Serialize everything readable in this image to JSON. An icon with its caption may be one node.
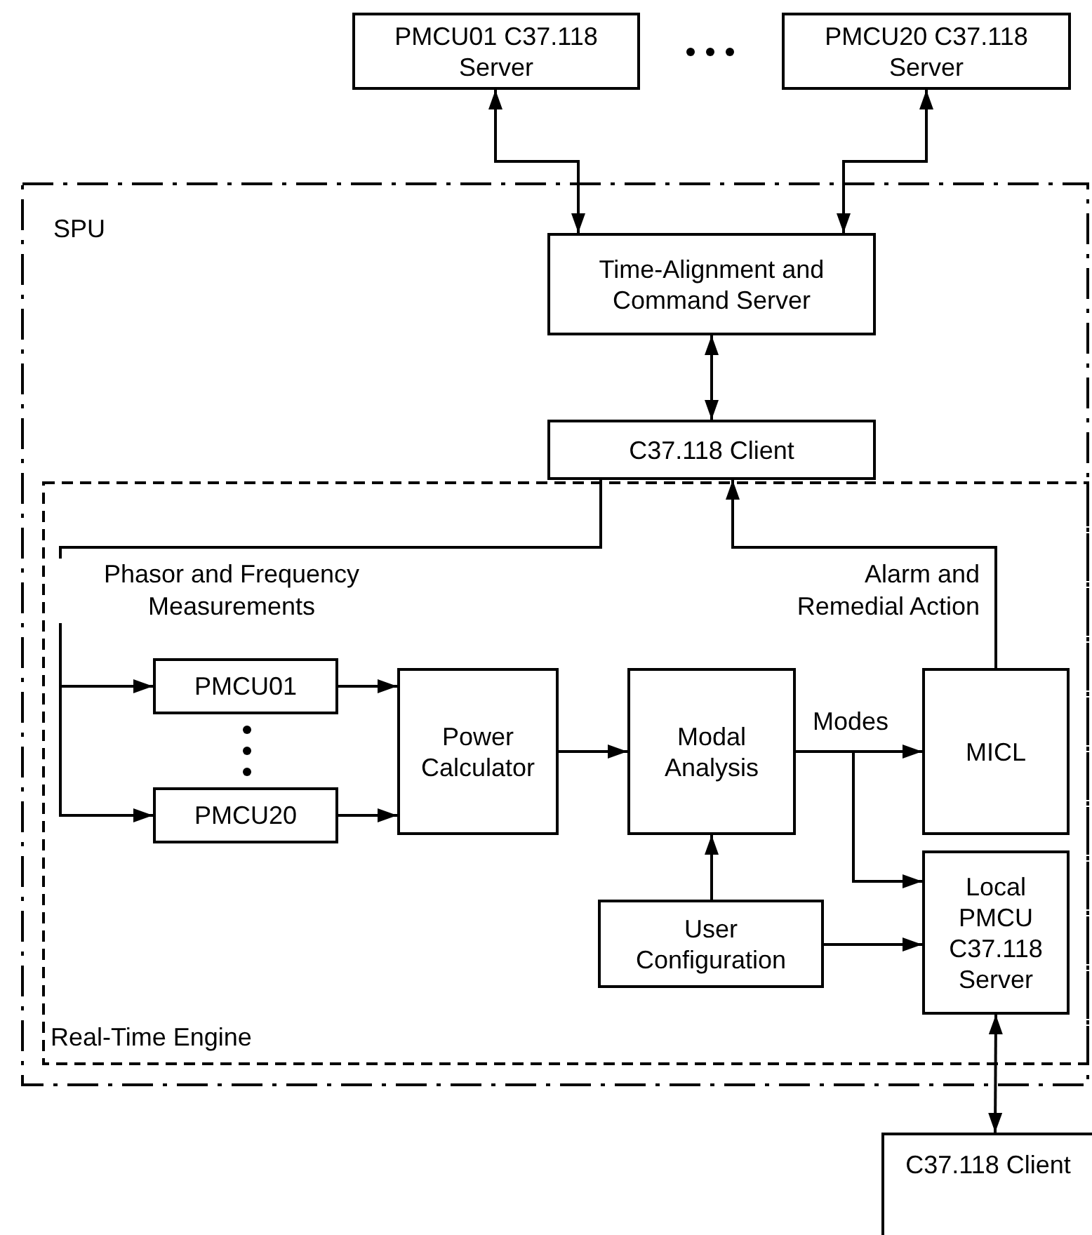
{
  "diagram": {
    "nodes": [
      {
        "text": [
          "PMCU01 C37.118 Server"
        ]
      },
      {
        "text": [
          "PMCU20 C37.118 Server"
        ]
      },
      {
        "text": [
          "SPU"
        ]
      },
      {
        "text": [
          "Time-Alignment and Command Server"
        ],
        "in": 2
      },
      {
        "text": [
          "C37.118 Client"
        ],
        "in": 2
      },
      {
        "text": [
          "Real-Time Engine"
        ],
        "in": 2
      },
      {
        "text": [
          "PMCU01"
        ],
        "in": 5
      },
      {
        "text": [
          "PMCU20"
        ],
        "in": 5
      },
      {
        "text": [
          "Power Calculator"
        ],
        "in": 5
      },
      {
        "text": [
          "Modal Analysis"
        ],
        "in": 5
      },
      {
        "text": [
          "MICL"
        ],
        "in": 5
      },
      {
        "text": [
          "User Configuration"
        ],
        "in": 5
      },
      {
        "text": [
          "Local PMCU C37.118 Server"
        ],
        "in": 5
      },
      {
        "text": [
          "C37.118 Client"
        ]
      }
    ],
    "edges": [
      {
        "from": 0,
        "to": 3,
        "arrow": "both"
      },
      {
        "from": 1,
        "to": 3,
        "arrow": "both"
      },
      {
        "from": 3,
        "to": 4,
        "arrow": "both"
      },
      {
        "from": 4,
        "to": 6,
        "arrow": "to",
        "label": "Phasor and Frequency Measurements"
      },
      {
        "from": 4,
        "to": 7,
        "arrow": "to"
      },
      {
        "from": 6,
        "to": 8,
        "arrow": "to"
      },
      {
        "from": 7,
        "to": 8,
        "arrow": "to"
      },
      {
        "from": 8,
        "to": 9,
        "arrow": "to"
      },
      {
        "from": 9,
        "to": 10,
        "arrow": "to",
        "label": "Modes"
      },
      {
        "from": 9,
        "to": 12,
        "arrow": "to"
      },
      {
        "from": 11,
        "to": 9,
        "arrow": "to"
      },
      {
        "from": 11,
        "to": 12,
        "arrow": "to"
      },
      {
        "from": 10,
        "to": 4,
        "arrow": "to",
        "label": "Alarm and Remedial Action"
      },
      {
        "from": 12,
        "to": 13,
        "arrow": "both"
      }
    ]
  }
}
